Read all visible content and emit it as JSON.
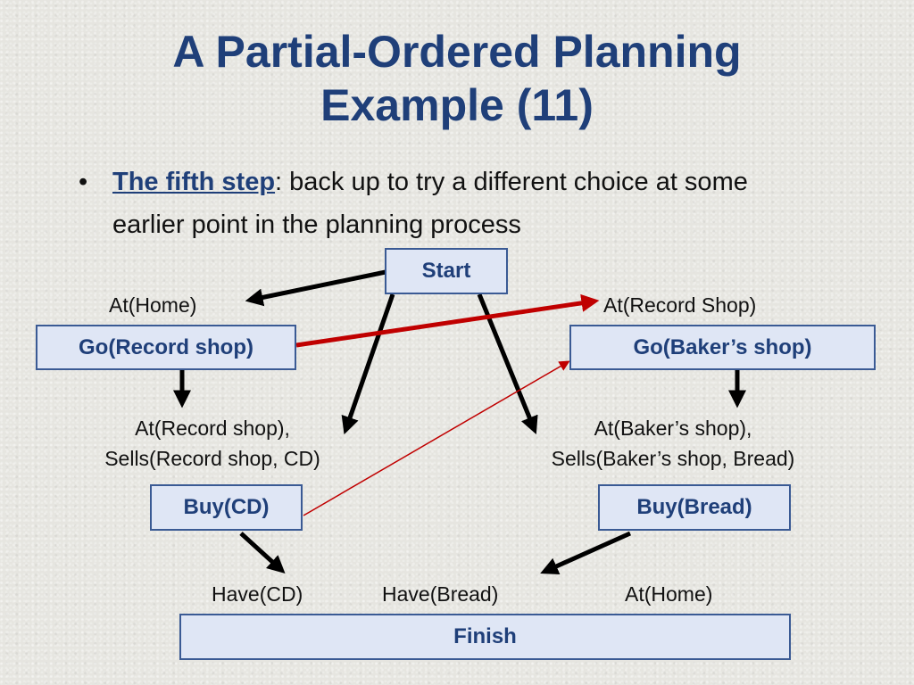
{
  "title": {
    "line1": "A Partial-Ordered Planning",
    "line2": "Example (11)"
  },
  "bullet": {
    "marker": "•",
    "emphasis": "The fifth step",
    "text": ": back up to try a different choice at some earlier point in the planning process"
  },
  "nodes": {
    "start": "Start",
    "go_record": "Go(Record shop)",
    "go_baker": "Go(Baker’s shop)",
    "buy_cd": "Buy(CD)",
    "buy_bread": "Buy(Bread)",
    "finish": "Finish"
  },
  "labels": {
    "at_home_top": "At(Home)",
    "at_record_shop_top": "At(Record Shop)",
    "record_pre_1": "At(Record shop),",
    "record_pre_2": "Sells(Record shop, CD)",
    "baker_pre_1": "At(Baker’s shop),",
    "baker_pre_2": "Sells(Baker’s shop, Bread)",
    "have_cd": "Have(CD)",
    "have_bread": "Have(Bread)",
    "at_home_bottom": "At(Home)"
  },
  "colors": {
    "title": "#1f3f79",
    "box_fill": "#dfe6f5",
    "box_border": "#3a5a94",
    "causal_link": "#c00000",
    "arrow": "#000000"
  }
}
